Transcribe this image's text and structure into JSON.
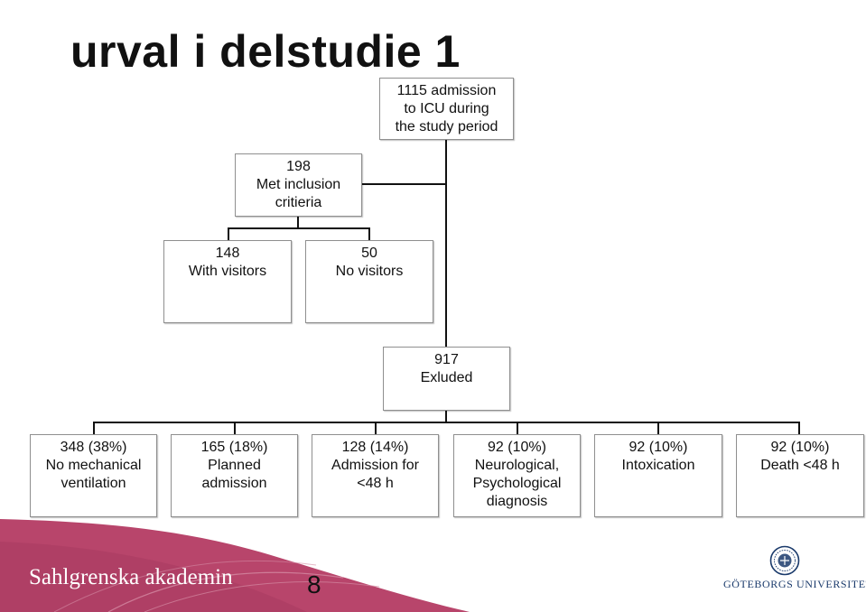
{
  "title": "urval i delstudie 1",
  "boxes": {
    "admission": [
      "1115 admission",
      "to ICU during",
      "the study period"
    ],
    "inclusion": [
      "198",
      "Met inclusion",
      "critieria"
    ],
    "with_visitors": [
      "148",
      "With visitors"
    ],
    "no_visitors": [
      "50",
      "No visitors"
    ],
    "excluded": [
      "917",
      "Exluded"
    ],
    "reasons": [
      [
        "348 (38%)",
        "No mechanical",
        "ventilation"
      ],
      [
        "165 (18%)",
        "Planned",
        "admission"
      ],
      [
        "128 (14%)",
        "Admission for",
        "<48 h"
      ],
      [
        "92 (10%)",
        "Neurological,",
        "Psychological",
        "diagnosis"
      ],
      [
        "92 (10%)",
        "Intoxication"
      ],
      [
        "92 (10%)",
        "Death <48 h"
      ]
    ]
  },
  "footer": {
    "left_brand": "Sahlgrenska akademin",
    "page_number": "8",
    "right_brand": "GÖTEBORGS UNIVERSITET"
  },
  "colors": {
    "brand_wave": "#b8456b",
    "brand_wave_light": "#cf7a95",
    "right_brand_text": "#1a3a6b"
  }
}
